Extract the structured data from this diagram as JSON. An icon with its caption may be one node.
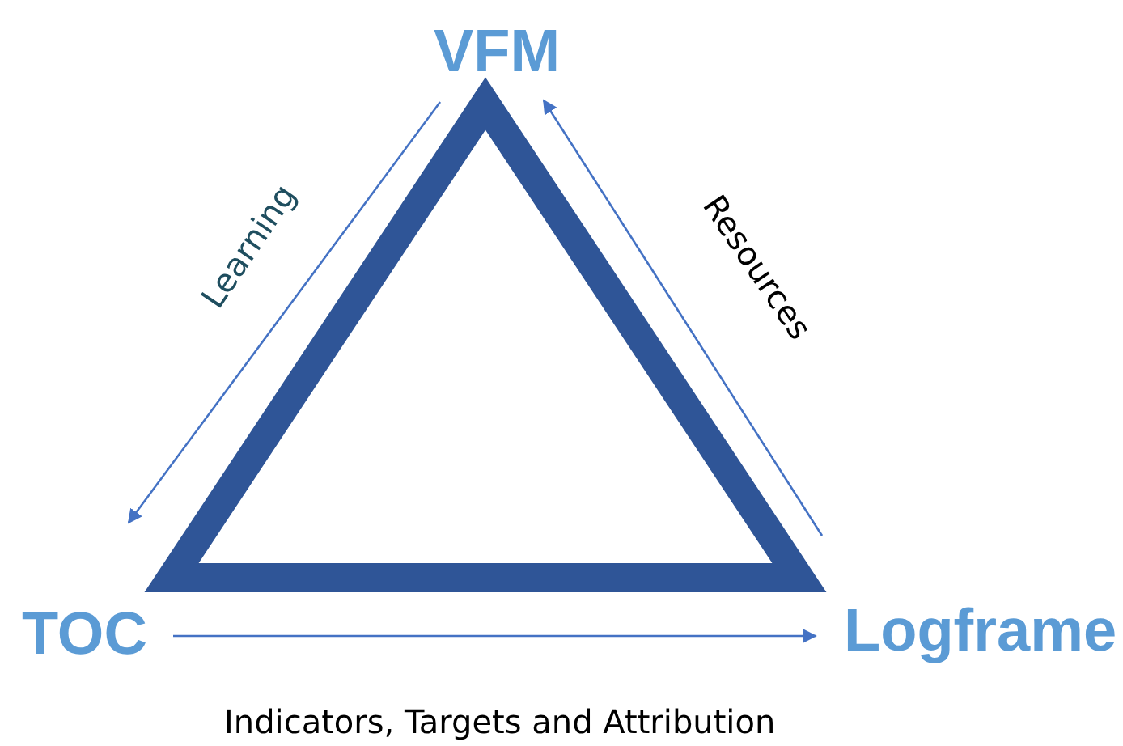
{
  "diagram": {
    "nodes": [
      {
        "text": [
          "VFM"
        ]
      },
      {
        "text": [
          "TOC"
        ]
      },
      {
        "text": [
          "Logframe"
        ]
      }
    ],
    "edges": [
      {
        "from": 0,
        "to": 1,
        "arrow": "to",
        "label": "Learning"
      },
      {
        "from": 1,
        "to": 2,
        "arrow": "to",
        "label": "Indicators, Targets and Attribution"
      },
      {
        "from": 2,
        "to": 0,
        "arrow": "to",
        "label": "Resources"
      }
    ]
  }
}
